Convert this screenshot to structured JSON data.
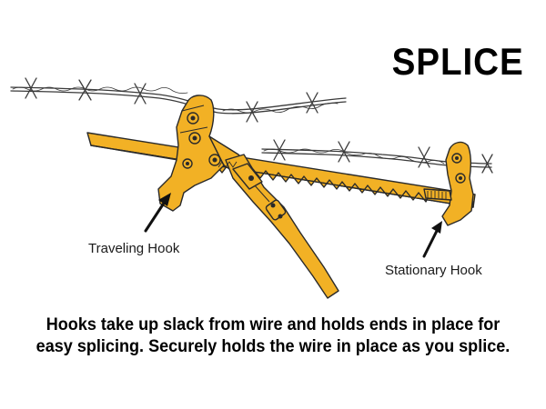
{
  "title": "SPLICE",
  "labels": {
    "traveling_hook": "Traveling Hook",
    "stationary_hook": "Stationary Hook"
  },
  "caption": {
    "line1": "Hooks take up slack from wire and holds ends in place for",
    "line2": "easy splicing. Securely holds the wire in place as you splice."
  },
  "colors": {
    "tool_fill": "#f2b125",
    "outline": "#2a2a2a",
    "wire": "#3a3a3a",
    "text": "#000000"
  }
}
